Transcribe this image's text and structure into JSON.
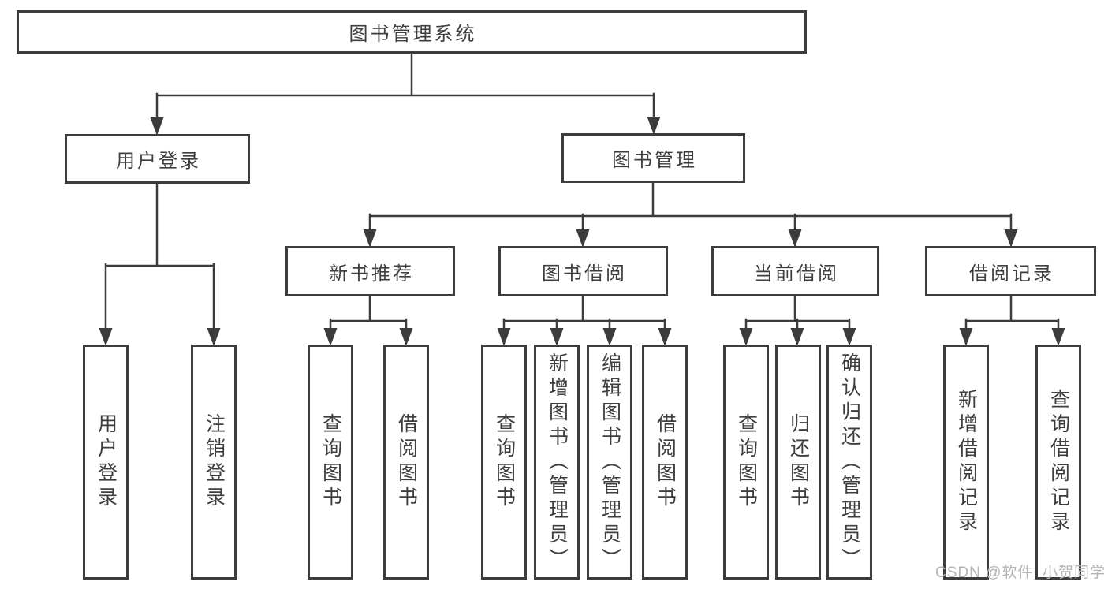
{
  "diagram": {
    "type": "hierarchy-tree",
    "root": {
      "label": "图书管理系统",
      "children": {
        "user_login": {
          "label": "用户登录",
          "children": {
            "login": {
              "label": "用户登录"
            },
            "logout": {
              "label": "注销登录"
            }
          }
        },
        "book_management": {
          "label": "图书管理",
          "children": {
            "new_book_recommend": {
              "label": "新书推荐",
              "children": {
                "query_book": {
                  "label": "查询图书"
                },
                "borrow_book": {
                  "label": "借阅图书"
                }
              }
            },
            "book_borrow": {
              "label": "图书借阅",
              "children": {
                "query_book": {
                  "label": "查询图书"
                },
                "add_book": {
                  "label": "新增图书（管理员）"
                },
                "edit_book": {
                  "label": "编辑图书（管理员）"
                },
                "borrow_book": {
                  "label": "借阅图书"
                }
              }
            },
            "current_borrow": {
              "label": "当前借阅",
              "children": {
                "query_book": {
                  "label": "查询图书"
                },
                "return_book": {
                  "label": "归还图书"
                },
                "confirm_return": {
                  "label": "确认归还（管理员）"
                }
              }
            },
            "borrow_records": {
              "label": "借阅记录",
              "children": {
                "add_record": {
                  "label": "新增借阅记录"
                },
                "query_record": {
                  "label": "查询借阅记录"
                }
              }
            }
          }
        }
      }
    }
  },
  "watermark": {
    "text": "CSDN @软件_小贺同学"
  },
  "colors": {
    "line": "#3c3c3c",
    "text": "#3e3e3e",
    "watermark": "#b3b3b3",
    "background": "#ffffff"
  }
}
